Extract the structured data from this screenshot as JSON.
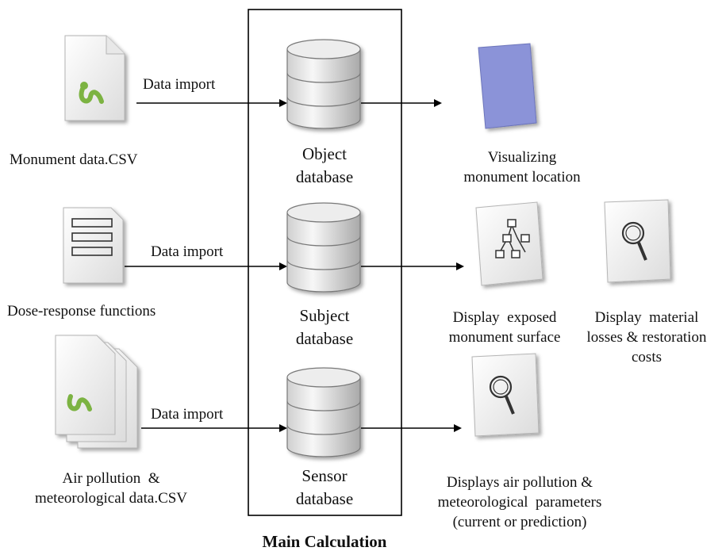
{
  "inputs": [
    {
      "label": "Monument data.CSV",
      "arrow_label": "Data import",
      "icon": "excel-file-icon"
    },
    {
      "label": "Dose-response functions",
      "arrow_label": "Data import",
      "icon": "list-document-icon"
    },
    {
      "label_lines": [
        "Air pollution  &",
        "meteorological data.CSV"
      ],
      "arrow_label": "Data import",
      "icon": "excel-files-stack-icon"
    }
  ],
  "databases": [
    {
      "lines": [
        "Object",
        "database"
      ],
      "icon": "database-icon"
    },
    {
      "lines": [
        "Subject",
        "database"
      ],
      "icon": "database-icon"
    },
    {
      "lines": [
        "Sensor",
        "database"
      ],
      "icon": "database-icon"
    }
  ],
  "main_title": "Main Calculation",
  "outputs": [
    {
      "lines": [
        "Visualizing",
        "monument location"
      ],
      "icon": "map-document-icon",
      "accent": "#8b93d8"
    },
    {
      "lines": [
        "Display  exposed",
        "monument surface"
      ],
      "icon": "hierarchy-document-icon"
    },
    {
      "lines": [
        "Display  material",
        "losses & restoration",
        "costs"
      ],
      "icon": "magnifier-document-icon"
    },
    {
      "lines": [
        "Displays air pollution &",
        "meteorological  parameters",
        "(current or prediction)"
      ],
      "icon": "magnifier-document-icon"
    }
  ],
  "colors": {
    "excel_green": "#7cb342",
    "map_blue": "#8b93d8",
    "db_gray": "#d9d9d9"
  }
}
